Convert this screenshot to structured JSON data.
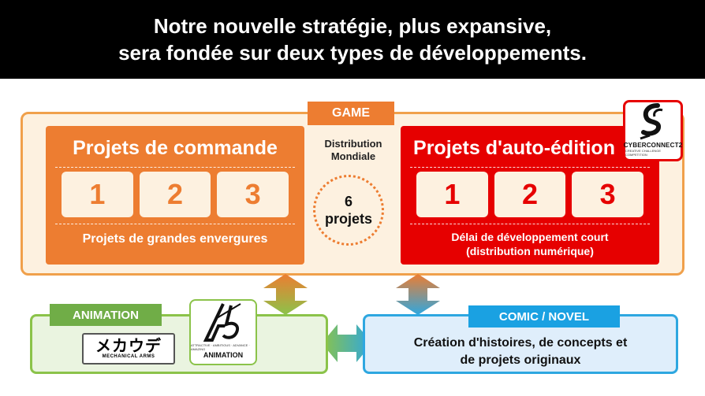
{
  "header": {
    "line1": "Notre nouvelle stratégie, plus expansive,",
    "line2": "sera fondée sur deux types de développements."
  },
  "game": {
    "tag": "GAME",
    "distribution_line1": "Distribution",
    "distribution_line2": "Mondiale",
    "circle_count": "6",
    "circle_label": "projets",
    "left_card": {
      "title": "Projets de commande",
      "numbers": [
        "1",
        "2",
        "3"
      ],
      "footer": "Projets de grandes envergures"
    },
    "right_card": {
      "title": "Projets d'auto-édition",
      "numbers": [
        "1",
        "2",
        "3"
      ],
      "footer_line1": "Délai de développement court",
      "footer_line2": "(distribution numérique)"
    },
    "logo": {
      "name": "CYBERCONNECT2",
      "sub": "CREATIVE CHALLENGE COMPETITION"
    }
  },
  "animation": {
    "tag": "ANIMATION",
    "mecha_logo": {
      "title": "メカウデ",
      "sub": "MECHANICAL ARMS"
    },
    "a5_logo": {
      "sub": "ATTRACTIVE · AMBITIOUS · ADVANCE · AMAZING",
      "name": "ANIMATION"
    }
  },
  "comic": {
    "tag": "COMIC / NOVEL",
    "text_line1": "Création d'histoires, de concepts et",
    "text_line2": "de projets originaux"
  },
  "colors": {
    "orange": "#ed7d31",
    "red": "#e60000",
    "green": "#70ad47",
    "blue": "#1aa1e2",
    "game_bg": "#fdf1e0"
  }
}
